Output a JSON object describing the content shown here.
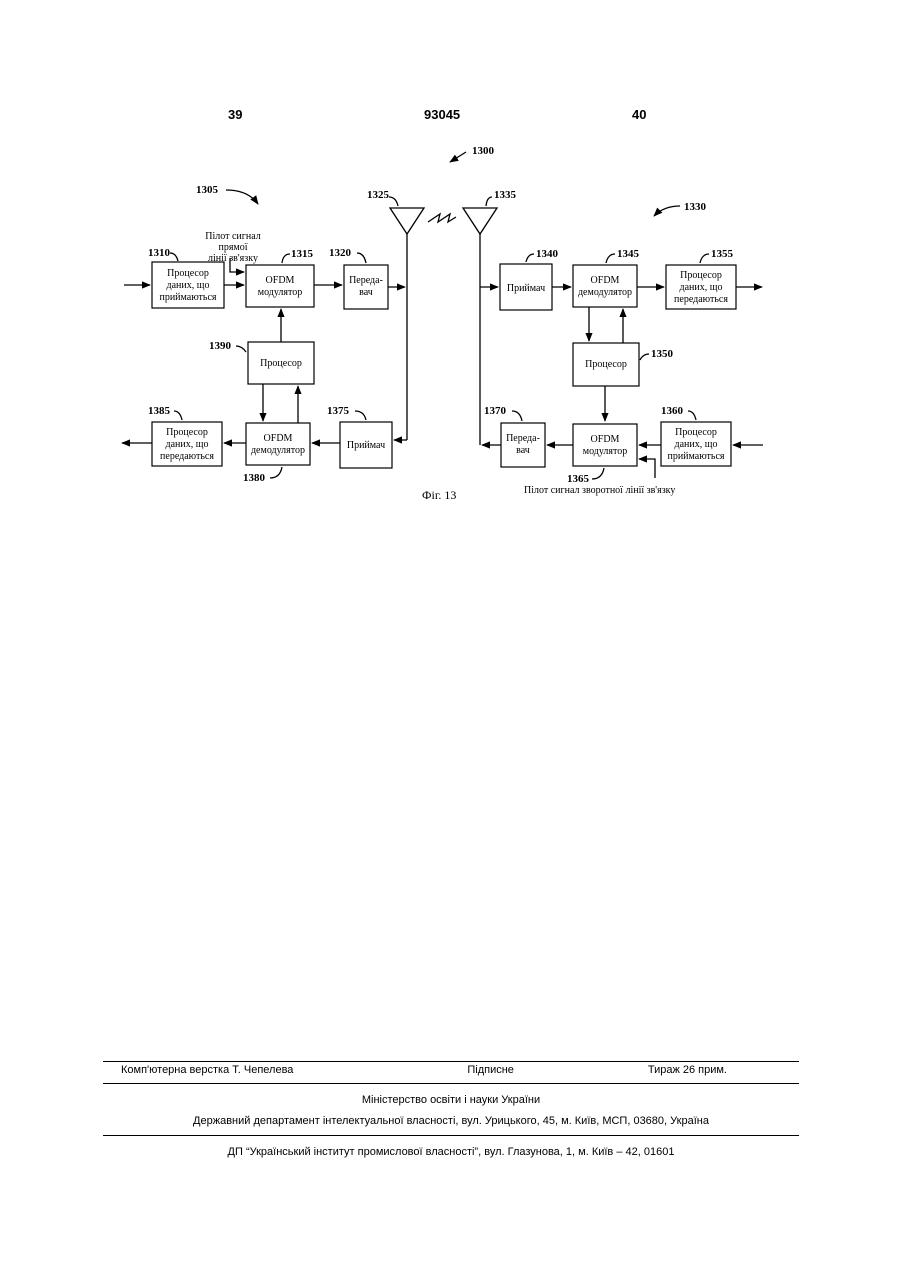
{
  "header": {
    "left_page": "39",
    "patent_number": "93045",
    "right_page": "40"
  },
  "figure": {
    "caption": "Фіг. 13",
    "labels": {
      "system": "1300",
      "left_unit": "1305",
      "right_unit": "1330",
      "ant_left": "1325",
      "ant_right": "1335"
    },
    "blocks": {
      "b1310": {
        "num": "1310",
        "lines": [
          "Процесор",
          "даних, що",
          "приймаються"
        ]
      },
      "b1315": {
        "num": "1315",
        "lines": [
          "OFDM",
          "модулятор"
        ]
      },
      "b1320": {
        "num": "1320",
        "lines": [
          "Переда-",
          "вач"
        ]
      },
      "b1390": {
        "num": "1390",
        "lines": [
          "Процесор"
        ]
      },
      "b1385": {
        "num": "1385",
        "lines": [
          "Процесор",
          "даних, що",
          "передаються"
        ]
      },
      "b1380": {
        "num": "1380",
        "lines": [
          "OFDM",
          "демодулятор"
        ]
      },
      "b1375": {
        "num": "1375",
        "lines": [
          "Приймач"
        ]
      },
      "b1340": {
        "num": "1340",
        "lines": [
          "Приймач"
        ]
      },
      "b1345": {
        "num": "1345",
        "lines": [
          "OFDM",
          "демодулятор"
        ]
      },
      "b1355": {
        "num": "1355",
        "lines": [
          "Процесор",
          "даних, що",
          "передаються"
        ]
      },
      "b1350": {
        "num": "1350",
        "lines": [
          "Процесор"
        ]
      },
      "b1370": {
        "num": "1370",
        "lines": [
          "Переда-",
          "вач"
        ]
      },
      "b1365": {
        "num": "1365",
        "lines": [
          "OFDM",
          "модулятор"
        ]
      },
      "b1360": {
        "num": "1360",
        "lines": [
          "Процесор",
          "даних, що",
          "приймаються"
        ]
      }
    },
    "pilot_forward": [
      "Пілот сигнал",
      "прямої",
      "лінії зв'язку"
    ],
    "pilot_reverse": "Пілот сигнал зворотної лінії зв'язку"
  },
  "footer": {
    "layout": "Комп'ютерна верстка Т. Чепелева",
    "signed": "Підписне",
    "circulation": "Тираж 26 прим.",
    "ministry": "Міністерство освіти і науки України",
    "department": "Державний департамент інтелектуальної власності, вул. Урицького, 45, м. Київ, МСП, 03680, Україна",
    "institute": "ДП “Український інститут промислової власності”, вул. Глазунова, 1, м. Київ – 42, 01601"
  }
}
